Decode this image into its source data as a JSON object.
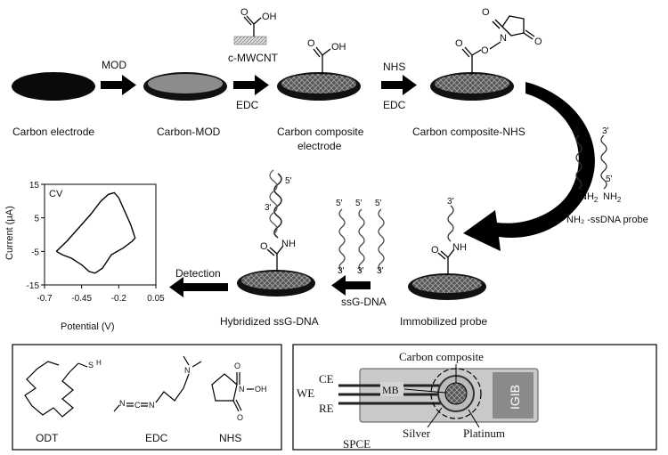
{
  "top_row": {
    "stage1_label": "Carbon electrode",
    "stage2_label": "Carbon-MOD",
    "stage3_label_line1": "Carbon composite",
    "stage3_label_line2": "electrode",
    "stage4_label": "Carbon composite-NHS",
    "arrow1_label": "MOD",
    "arrow2_label_top": "c-MWCNT",
    "arrow2_label_bottom": "EDC",
    "arrow3_label_top": "NHS",
    "arrow3_label_bottom": "EDC",
    "cooh_oh": "OH",
    "nhs_o": "O",
    "nhs_n": "N"
  },
  "probe": {
    "label": "NH₂ -ssDNA probe",
    "end3_a": "3'",
    "end3_b": "3'",
    "end5_a": "5'",
    "end5_b": "5'",
    "nh2_a": "NH",
    "nh2_b": "NH",
    "sub2": "2"
  },
  "bottom_row": {
    "immobilized_label": "Immobilized probe",
    "hybridized_label": "Hybridized ssG-DNA",
    "ssg_arrow_label": "ssG-DNA",
    "detection_label": "Detection",
    "nh": "NH",
    "o": "O",
    "end3": "3'",
    "end5": "5'"
  },
  "cv_chart": {
    "inset_label": "CV",
    "ylabel": "Current (μA)",
    "xlabel": "Potential (V)",
    "x_ticks": [
      "-0.7",
      "-0.45",
      "-0.2",
      "0.05"
    ],
    "y_ticks": [
      "15",
      "5",
      "-5",
      "-15"
    ]
  },
  "chart_data": {
    "type": "line",
    "title": "",
    "inset_label": "CV",
    "xlabel": "Potential (V)",
    "ylabel": "Current (μA)",
    "xlim": [
      -0.7,
      0.05
    ],
    "ylim": [
      -15,
      15
    ],
    "x_ticks": [
      -0.7,
      -0.45,
      -0.2,
      0.05
    ],
    "y_ticks": [
      15,
      5,
      -5,
      -15
    ],
    "series": [
      {
        "x": [
          -0.62,
          -0.55,
          -0.47,
          -0.39,
          -0.32,
          -0.27,
          -0.23,
          -0.2,
          -0.17,
          -0.12,
          -0.09,
          -0.11,
          -0.17,
          -0.25,
          -0.31,
          -0.36,
          -0.4,
          -0.45,
          -0.52,
          -0.58,
          -0.62
        ],
        "y": [
          -5,
          -2,
          2,
          6,
          10,
          12,
          12.5,
          11,
          8,
          3,
          -1,
          -2,
          -4,
          -6,
          -10,
          -11.5,
          -11,
          -9,
          -7,
          -6,
          -5
        ]
      }
    ]
  },
  "chemicals": {
    "odt_label": "ODT",
    "edc_label": "EDC",
    "nhs_label": "NHS",
    "sh": "S",
    "h": "H",
    "edc_n1": "N",
    "edc_c": "C",
    "edc_n2": "N",
    "edc_n3": "N",
    "nhs_o_top": "O",
    "nhs_n": "N",
    "nhs_oh": "OH",
    "nhs_o_bot": "O"
  },
  "spce": {
    "title": "Carbon composite",
    "ce": "CE",
    "we": "WE",
    "re": "RE",
    "mb": "MB",
    "igib": "IGIB",
    "silver": "Silver",
    "platinum": "Platinum",
    "spce_label": "SPCE"
  }
}
